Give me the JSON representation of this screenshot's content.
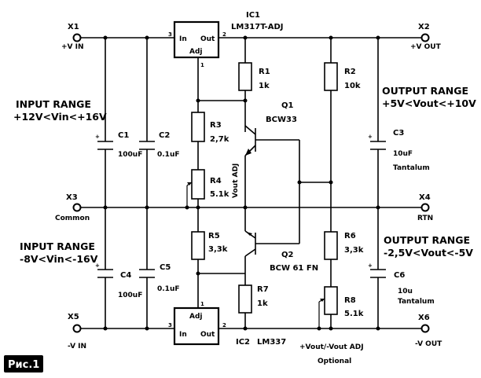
{
  "terminals": {
    "x1": {
      "id": "X1",
      "label": "+V IN"
    },
    "x2": {
      "id": "X2",
      "label": "+V OUT"
    },
    "x3": {
      "id": "X3",
      "label": "Common"
    },
    "x4": {
      "id": "X4",
      "label": "RTN"
    },
    "x5": {
      "id": "X5",
      "label": "-V IN"
    },
    "x6": {
      "id": "X6",
      "label": "-V OUT"
    }
  },
  "ic1": {
    "ref": "IC1",
    "part": "LM317T-ADJ",
    "pin_in": "In",
    "pin_out": "Out",
    "pin_adj": "Adj",
    "pin3": "3",
    "pin2": "2",
    "pin1": "1"
  },
  "ic2": {
    "ref": "IC2",
    "part": "LM337",
    "pin_in": "In",
    "pin_out": "Out",
    "pin_adj": "Adj",
    "pin3": "3",
    "pin2": "2",
    "pin1": "1"
  },
  "resistors": {
    "r1": {
      "ref": "R1",
      "value": "1k"
    },
    "r2": {
      "ref": "R2",
      "value": "10k"
    },
    "r3": {
      "ref": "R3",
      "value": "2,7k"
    },
    "r4": {
      "ref": "R4",
      "value": "5.1k"
    },
    "r5": {
      "ref": "R5",
      "value": "3,3k"
    },
    "r6": {
      "ref": "R6",
      "value": "3,3k"
    },
    "r7": {
      "ref": "R7",
      "value": "1k"
    },
    "r8": {
      "ref": "R8",
      "value": "5.1k"
    }
  },
  "capacitors": {
    "c1": {
      "ref": "C1",
      "value": "100uF"
    },
    "c2": {
      "ref": "C2",
      "value": "0.1uF"
    },
    "c3": {
      "ref": "C3",
      "value": "10uF",
      "type": "Tantalum"
    },
    "c4": {
      "ref": "C4",
      "value": "100uF"
    },
    "c5": {
      "ref": "C5",
      "value": "0.1uF"
    },
    "c6": {
      "ref": "C6",
      "value": "10u",
      "type": "Tantalum"
    },
    "plus": "+"
  },
  "transistors": {
    "q1": {
      "ref": "Q1",
      "part": "BCW33"
    },
    "q2": {
      "ref": "Q2",
      "part": "BCW 61 FN"
    }
  },
  "annotations": {
    "vout_adj": "Vout ADJ",
    "input_range_pos_title": "INPUT RANGE",
    "input_range_pos_value": "+12V<Vin<+16V",
    "input_range_neg_title": "INPUT RANGE",
    "input_range_neg_value": "-8V<Vin<-16V",
    "output_range_pos_title": "OUTPUT RANGE",
    "output_range_pos_value": "+5V<Vout<+10V",
    "output_range_neg_title": "OUTPUT RANGE",
    "output_range_neg_value": "-2,5V<Vout<-5V",
    "optional_adj": "+Vout/-Vout  ADJ",
    "optional": "Optional"
  },
  "figure_label": "Рис.1"
}
